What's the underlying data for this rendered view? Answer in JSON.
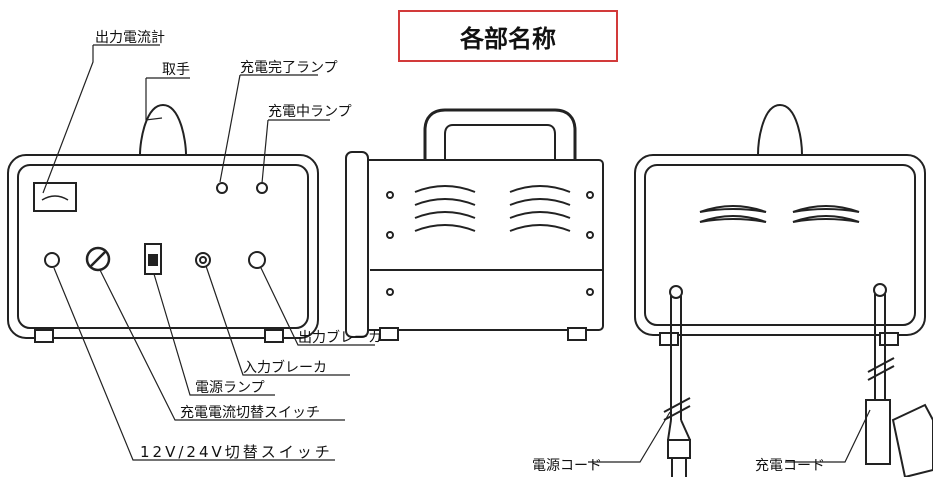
{
  "title": "各部名称",
  "labels": {
    "output_ammeter": "出力電流計",
    "handle": "取手",
    "charge_complete_lamp": "充電完了ランプ",
    "charging_lamp": "充電中ランプ",
    "output_breaker": "出力ブレーカ",
    "input_breaker": "入力ブレーカ",
    "power_lamp": "電源ランプ",
    "charge_current_switch": "充電電流切替スイッチ",
    "voltage_switch": "12V/24V切替スイッチ",
    "power_cord": "電源コード",
    "charge_cord": "充電コード"
  }
}
